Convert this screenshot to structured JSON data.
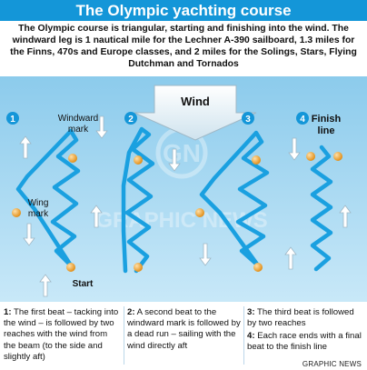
{
  "title": "The Olympic yachting course",
  "intro": "The Olympic course is triangular, starting and finishing into the wind. The windward leg is 1 nautical mile for the Lechner A-390 sailboard, 1.3 miles for the Finns, 470s and Europe classes, and 2 miles for the Solings, Stars, Flying Dutchman and Tornados",
  "labels": {
    "wind": "Wind",
    "windward_mark": [
      "Windward",
      "mark"
    ],
    "wing_mark": [
      "Wing",
      "mark"
    ],
    "start": "Start",
    "finish_line": [
      "Finish",
      "line"
    ]
  },
  "steps": [
    "1",
    "2",
    "3",
    "4"
  ],
  "watermark": "GRAPHIC NEWS",
  "captions": [
    {
      "num": "1:",
      "text": "The first beat – tacking into the wind – is followed by two reaches with the wind from the beam (to the side and slightly aft)"
    },
    {
      "num": "2:",
      "text": "A second beat to the windward mark is followed by a dead run – sailing with the wind directly aft"
    },
    {
      "num": "3:",
      "text": "The third beat is followed by two reaches"
    },
    {
      "num": "4:",
      "text": "Each race ends with a final beat to the finish line"
    }
  ],
  "credit": "GRAPHIC NEWS",
  "colors": {
    "water": "#a9d8f1",
    "course": "#1aa0e0",
    "accent": "#1496d8",
    "mark": "#f0a030"
  }
}
